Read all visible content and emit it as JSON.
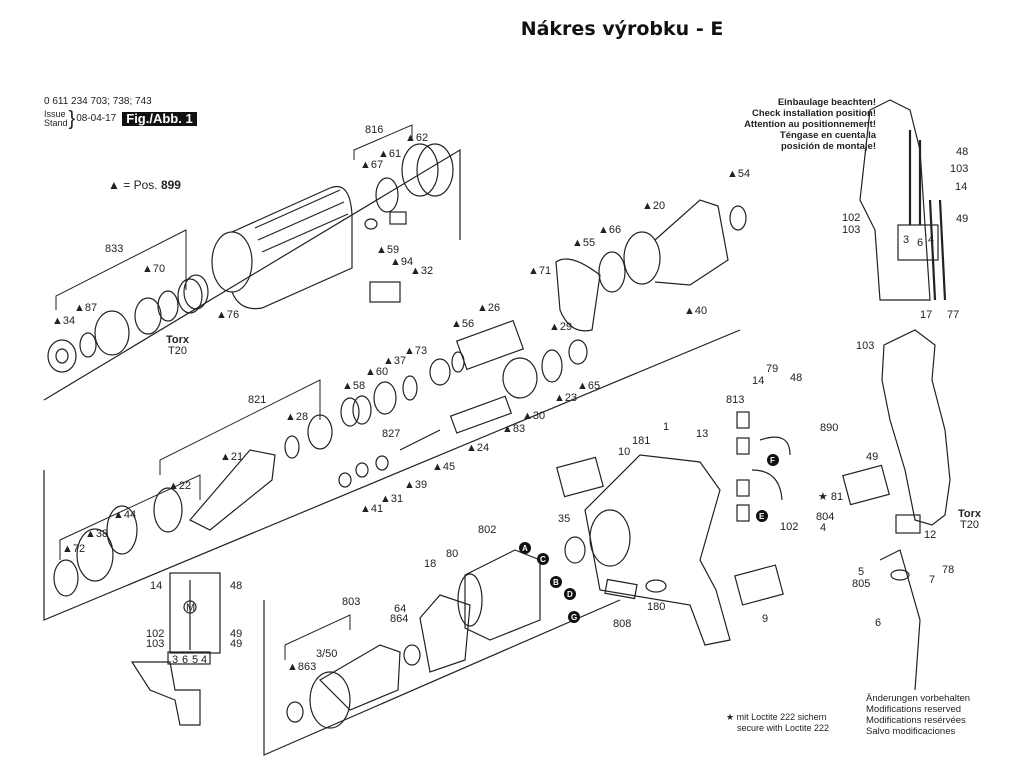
{
  "page_title": "Nákres výrobku - E",
  "header": {
    "part_numbers": "0 611 234 703; 738; 743",
    "issue_label": "Issue",
    "stand_label": "Stand",
    "date": "08-04-17",
    "figure_label": "Fig./Abb. 1"
  },
  "legend": {
    "triangle_symbol": "▲",
    "triangle_text": "= Pos.",
    "triangle_pos": "899",
    "star_symbol": "★",
    "loctite_line1": "mit Loctite 222 sichern",
    "loctite_line2": "secure with Loctite 222"
  },
  "installation_warning": [
    "Einbaulage beachten!",
    "Check installation position!",
    "Attention au positionnement!",
    "Téngase en cuenta la",
    "posición de montaje!"
  ],
  "modifications_note": [
    "Änderungen vorbehalten",
    "Modifications reserved",
    "Modifications resérvées",
    "Salvo modificaciones"
  ],
  "torx_labels": {
    "torx": "Torx",
    "size": "T20"
  },
  "part_labels": [
    {
      "id": "816"
    },
    {
      "id": "62",
      "marked": true
    },
    {
      "id": "61",
      "marked": true
    },
    {
      "id": "67",
      "marked": true
    },
    {
      "id": "59",
      "marked": true
    },
    {
      "id": "94",
      "marked": true
    },
    {
      "id": "32",
      "marked": true
    },
    {
      "id": "833"
    },
    {
      "id": "70",
      "marked": true
    },
    {
      "id": "87",
      "marked": true
    },
    {
      "id": "34",
      "marked": true
    },
    {
      "id": "76",
      "marked": true
    },
    {
      "id": "54",
      "marked": true
    },
    {
      "id": "20",
      "marked": true
    },
    {
      "id": "66",
      "marked": true
    },
    {
      "id": "55",
      "marked": true
    },
    {
      "id": "71",
      "marked": true
    },
    {
      "id": "26",
      "marked": true
    },
    {
      "id": "56",
      "marked": true
    },
    {
      "id": "29",
      "marked": true
    },
    {
      "id": "40",
      "marked": true
    },
    {
      "id": "73",
      "marked": true
    },
    {
      "id": "37",
      "marked": true
    },
    {
      "id": "60",
      "marked": true
    },
    {
      "id": "58",
      "marked": true
    },
    {
      "id": "821"
    },
    {
      "id": "28",
      "marked": true
    },
    {
      "id": "827"
    },
    {
      "id": "21",
      "marked": true
    },
    {
      "id": "22",
      "marked": true
    },
    {
      "id": "44",
      "marked": true
    },
    {
      "id": "38",
      "marked": true
    },
    {
      "id": "72",
      "marked": true
    },
    {
      "id": "65",
      "marked": true
    },
    {
      "id": "23",
      "marked": true
    },
    {
      "id": "30",
      "marked": true
    },
    {
      "id": "83",
      "marked": true
    },
    {
      "id": "24",
      "marked": true
    },
    {
      "id": "45",
      "marked": true
    },
    {
      "id": "39",
      "marked": true
    },
    {
      "id": "31",
      "marked": true
    },
    {
      "id": "41",
      "marked": true
    },
    {
      "id": "1"
    },
    {
      "id": "181"
    },
    {
      "id": "10"
    },
    {
      "id": "35"
    },
    {
      "id": "802"
    },
    {
      "id": "80"
    },
    {
      "id": "18"
    },
    {
      "id": "803"
    },
    {
      "id": "64"
    },
    {
      "id": "864"
    },
    {
      "id": "3/50"
    },
    {
      "id": "863",
      "marked": true
    },
    {
      "id": "808"
    },
    {
      "id": "180"
    },
    {
      "id": "9"
    },
    {
      "id": "13"
    },
    {
      "id": "813"
    },
    {
      "id": "14"
    },
    {
      "id": "79"
    },
    {
      "id": "102"
    },
    {
      "id": "48"
    },
    {
      "id": "103"
    },
    {
      "id": "890"
    },
    {
      "id": "49"
    },
    {
      "id": "81",
      "loctite": true
    },
    {
      "id": "804"
    },
    {
      "id": "4"
    },
    {
      "id": "12"
    },
    {
      "id": "5"
    },
    {
      "id": "805"
    },
    {
      "id": "7"
    },
    {
      "id": "78"
    },
    {
      "id": "6"
    },
    {
      "id": "17"
    },
    {
      "id": "77"
    }
  ],
  "connector_markers": [
    "A",
    "B",
    "C",
    "D",
    "E",
    "F",
    "G"
  ],
  "wiring_diagram": {
    "labels": [
      "14",
      "48",
      "102",
      "103",
      "49",
      "49"
    ],
    "terminals": [
      "3",
      "6",
      "5",
      "4"
    ],
    "motor_symbol": "M"
  },
  "inset_labels": [
    "48",
    "103",
    "14",
    "102",
    "103",
    "49"
  ],
  "inset_terminals": [
    "3",
    "6",
    "4"
  ]
}
